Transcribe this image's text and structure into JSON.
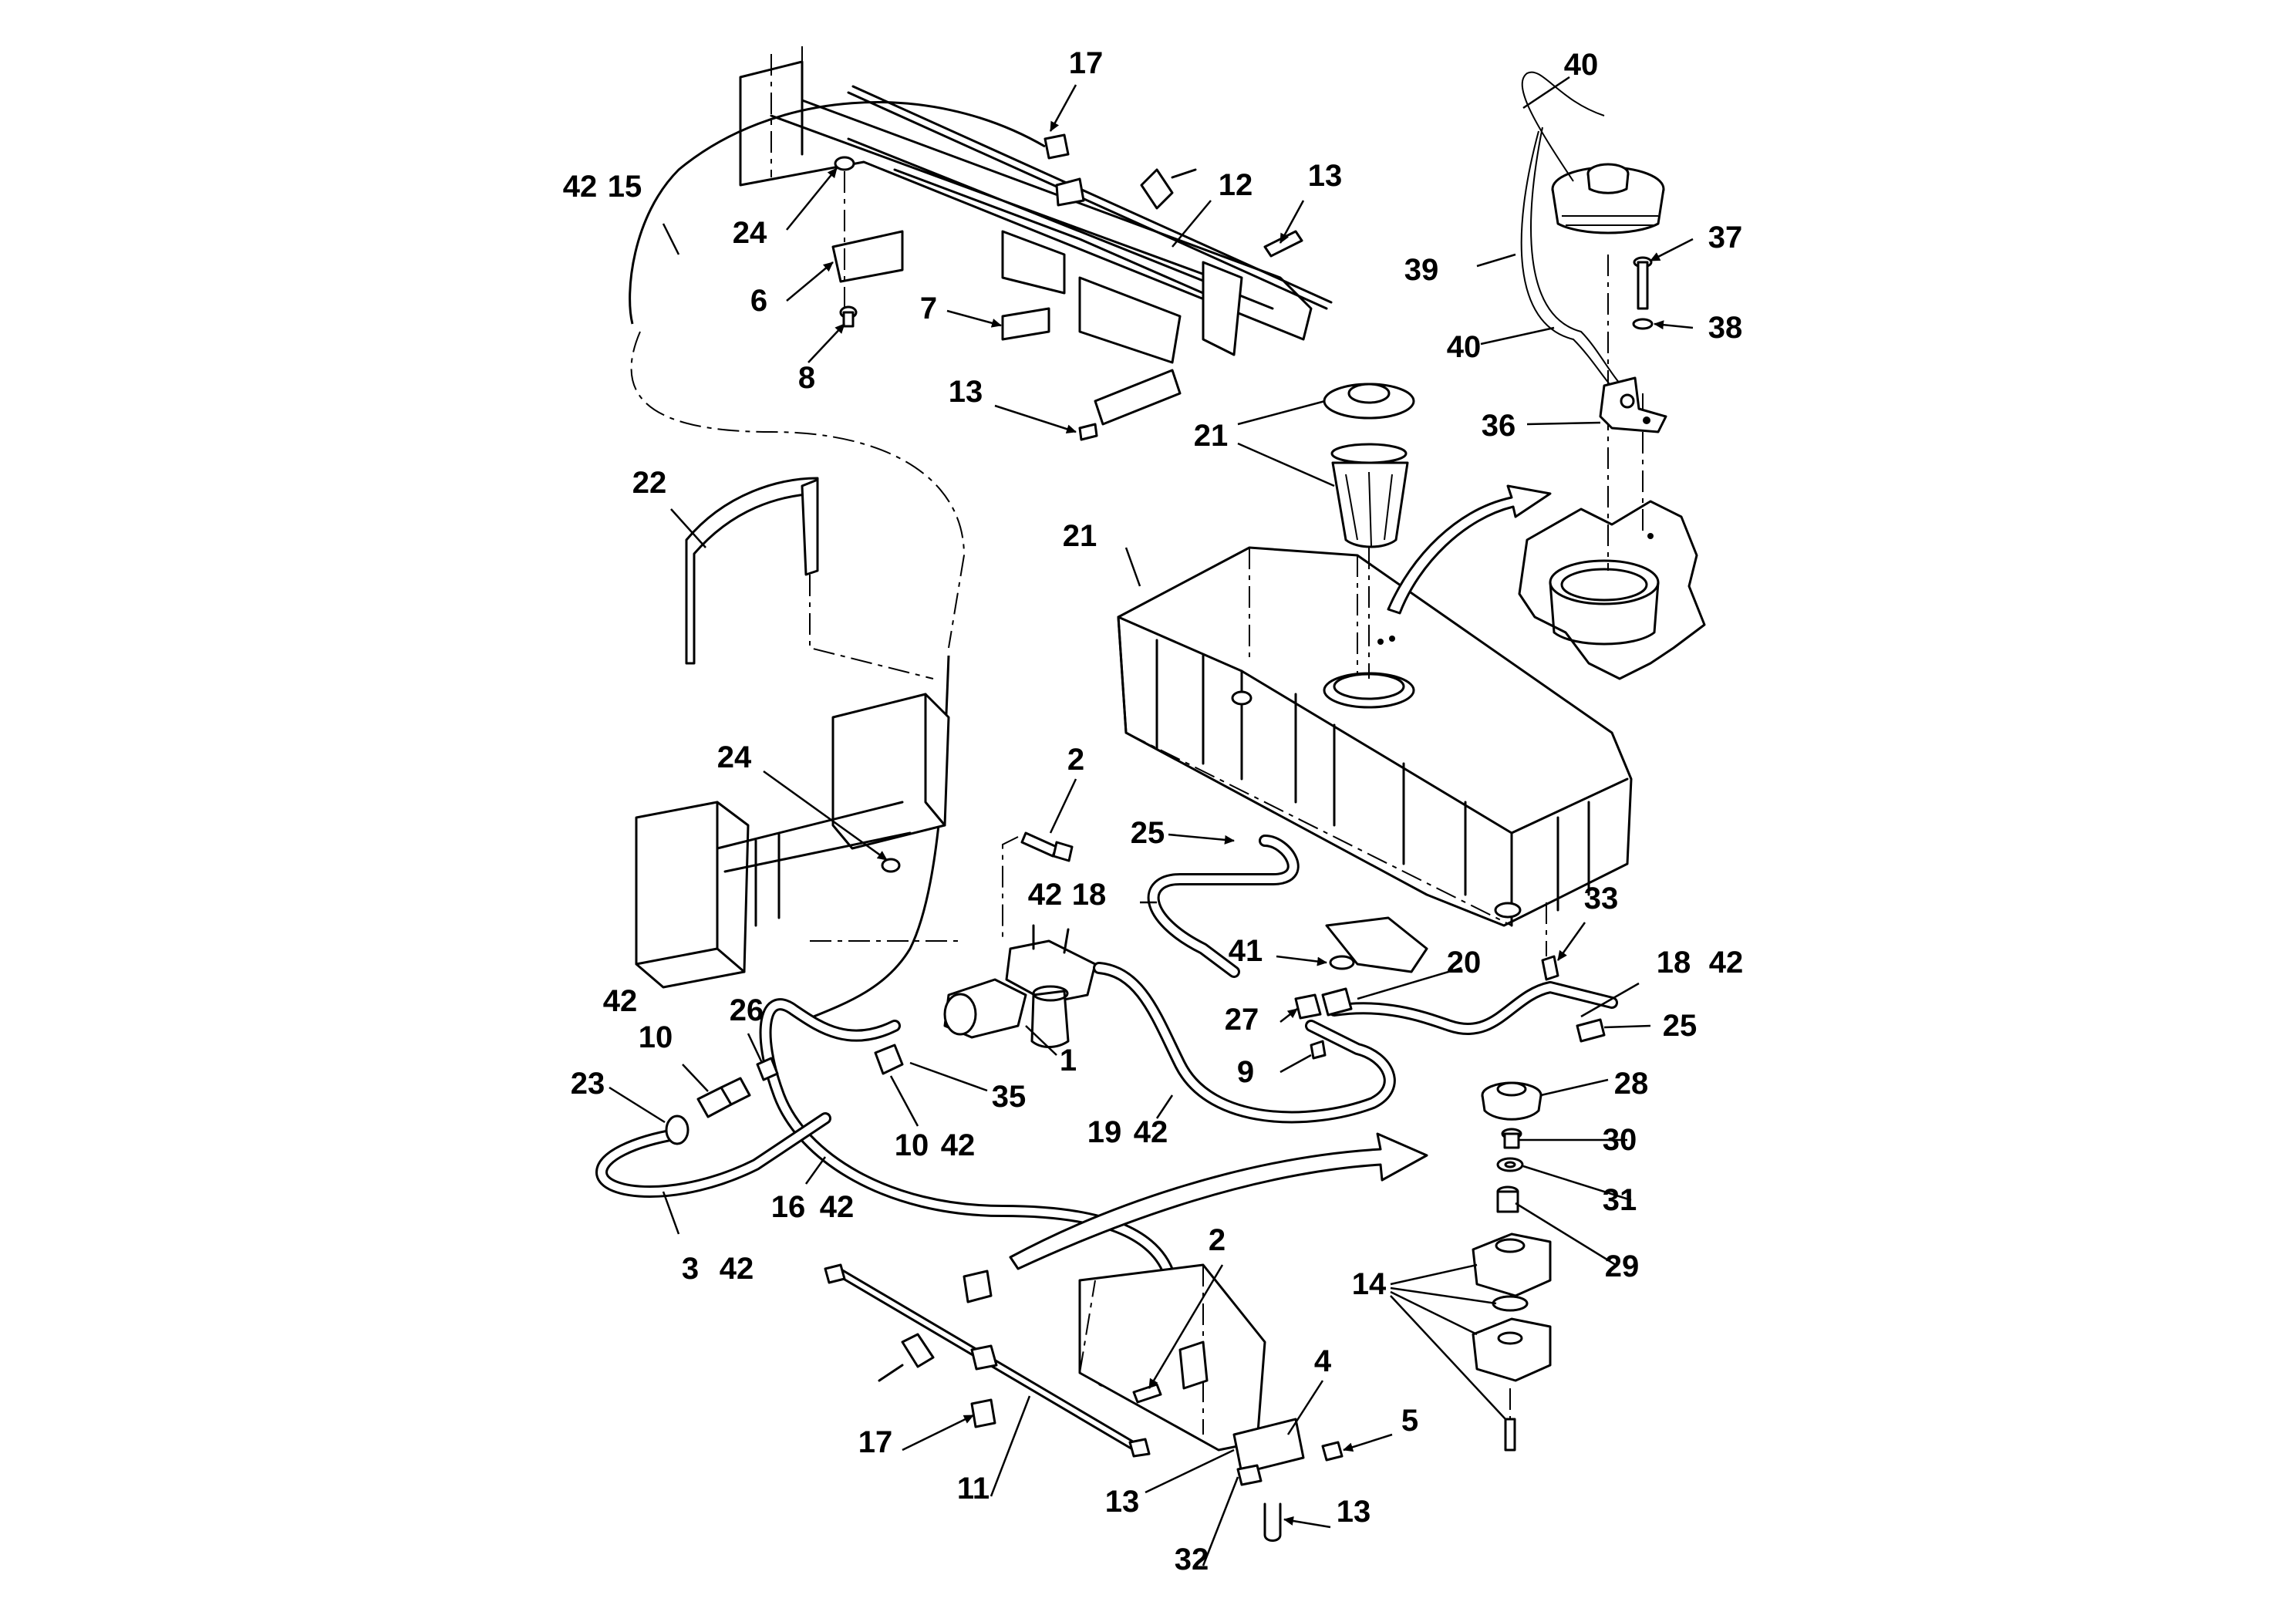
{
  "labels": [
    {
      "id": "17",
      "text": "17"
    },
    {
      "id": "42a",
      "text": "42"
    },
    {
      "id": "15",
      "text": "15"
    },
    {
      "id": "24a",
      "text": "24"
    },
    {
      "id": "12",
      "text": "12"
    },
    {
      "id": "13a",
      "text": "13"
    },
    {
      "id": "6",
      "text": "6"
    },
    {
      "id": "7",
      "text": "7"
    },
    {
      "id": "8",
      "text": "8"
    },
    {
      "id": "13b",
      "text": "13"
    },
    {
      "id": "22",
      "text": "22"
    },
    {
      "id": "40a",
      "text": "40"
    },
    {
      "id": "39",
      "text": "39"
    },
    {
      "id": "37",
      "text": "37"
    },
    {
      "id": "38",
      "text": "38"
    },
    {
      "id": "40b",
      "text": "40"
    },
    {
      "id": "36",
      "text": "36"
    },
    {
      "id": "21a",
      "text": "21"
    },
    {
      "id": "21b",
      "text": "21"
    },
    {
      "id": "24b",
      "text": "24"
    },
    {
      "id": "2a",
      "text": "2"
    },
    {
      "id": "25a",
      "text": "25"
    },
    {
      "id": "42b",
      "text": "42"
    },
    {
      "id": "18a",
      "text": "18"
    },
    {
      "id": "33",
      "text": "33"
    },
    {
      "id": "41",
      "text": "41"
    },
    {
      "id": "20",
      "text": "20"
    },
    {
      "id": "18b",
      "text": "18"
    },
    {
      "id": "42c",
      "text": "42"
    },
    {
      "id": "42d",
      "text": "42"
    },
    {
      "id": "26",
      "text": "26"
    },
    {
      "id": "10a",
      "text": "10"
    },
    {
      "id": "27",
      "text": "27"
    },
    {
      "id": "25b",
      "text": "25"
    },
    {
      "id": "23",
      "text": "23"
    },
    {
      "id": "1",
      "text": "1"
    },
    {
      "id": "9",
      "text": "9"
    },
    {
      "id": "35",
      "text": "35"
    },
    {
      "id": "28",
      "text": "28"
    },
    {
      "id": "19",
      "text": "19"
    },
    {
      "id": "42e",
      "text": "42"
    },
    {
      "id": "30",
      "text": "30"
    },
    {
      "id": "10b",
      "text": "10"
    },
    {
      "id": "42f",
      "text": "42"
    },
    {
      "id": "31",
      "text": "31"
    },
    {
      "id": "16",
      "text": "16"
    },
    {
      "id": "42g",
      "text": "42"
    },
    {
      "id": "29",
      "text": "29"
    },
    {
      "id": "3",
      "text": "3"
    },
    {
      "id": "42h",
      "text": "42"
    },
    {
      "id": "2b",
      "text": "2"
    },
    {
      "id": "14",
      "text": "14"
    },
    {
      "id": "4",
      "text": "4"
    },
    {
      "id": "5",
      "text": "5"
    },
    {
      "id": "17b",
      "text": "17"
    },
    {
      "id": "11",
      "text": "11"
    },
    {
      "id": "13c",
      "text": "13"
    },
    {
      "id": "13d",
      "text": "13"
    },
    {
      "id": "32",
      "text": "32"
    }
  ]
}
